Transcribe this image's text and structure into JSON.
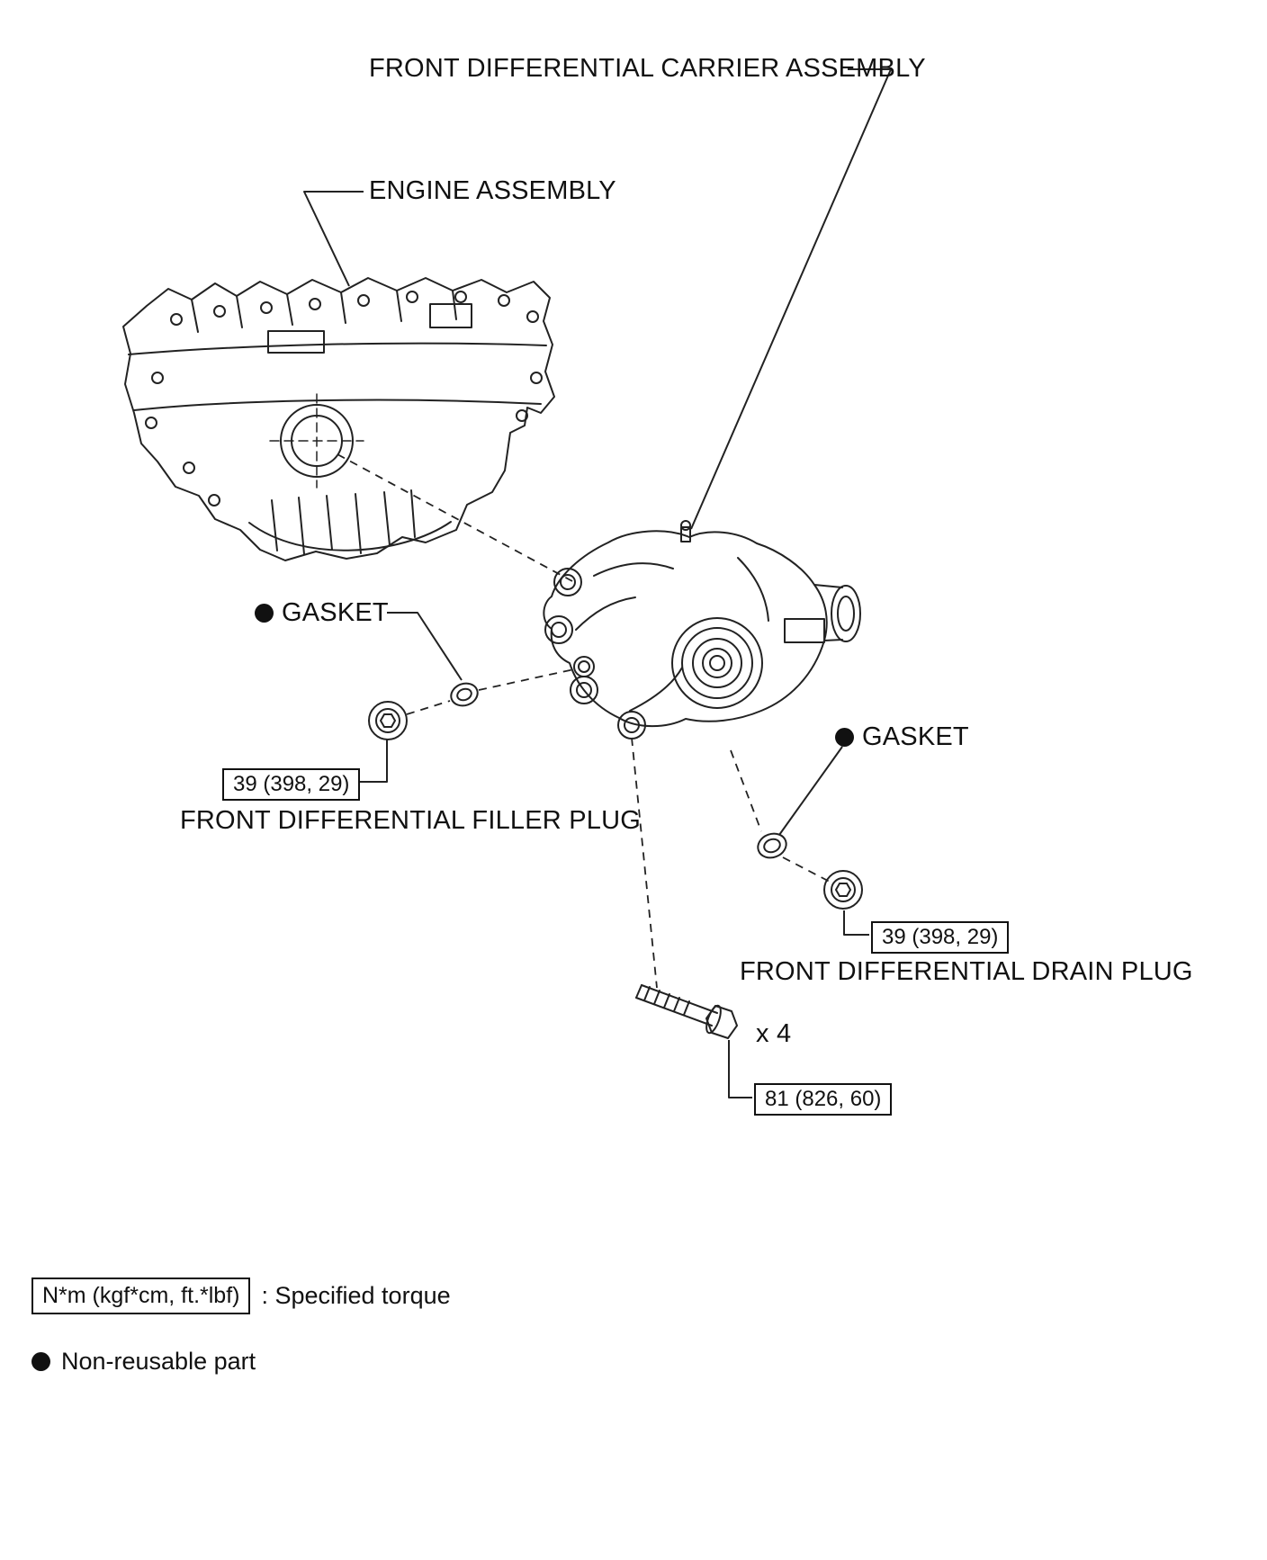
{
  "diagram": {
    "callouts": {
      "carrier_assembly": {
        "label": "FRONT DIFFERENTIAL CARRIER ASSEMBLY"
      },
      "engine_assembly": {
        "label": "ENGINE ASSEMBLY"
      },
      "gasket_left": {
        "label": "GASKET"
      },
      "gasket_right": {
        "label": "GASKET"
      },
      "filler_plug": {
        "label": "FRONT DIFFERENTIAL FILLER PLUG",
        "torque": "39 (398, 29)"
      },
      "drain_plug": {
        "label": "FRONT DIFFERENTIAL DRAIN PLUG",
        "torque": "39 (398, 29)"
      },
      "mount_bolt": {
        "quantity": "x 4",
        "torque": "81 (826, 60)"
      }
    },
    "legend": {
      "torque_box": "N*m (kgf*cm, ft.*lbf)",
      "torque_description": ": Specified torque",
      "non_reusable": "Non-reusable part"
    },
    "colors": {
      "line": "#231f20",
      "background": "#ffffff"
    }
  }
}
